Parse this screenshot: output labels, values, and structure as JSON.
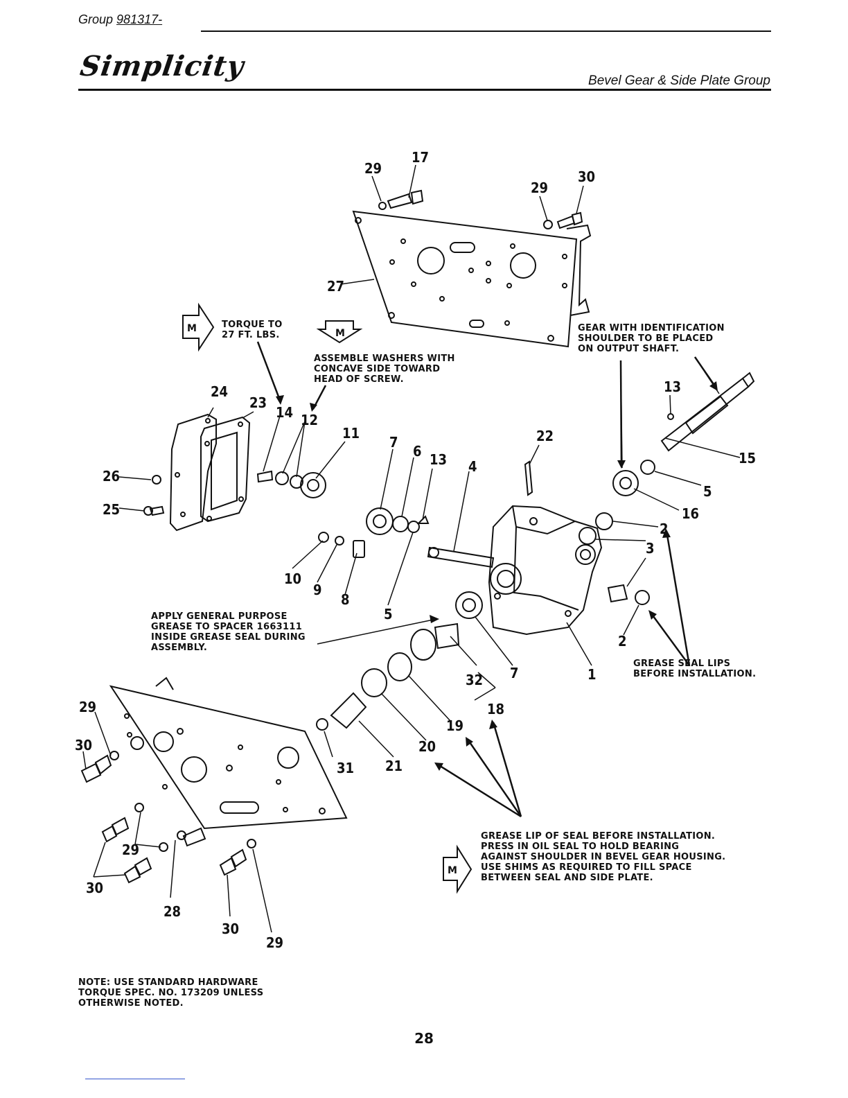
{
  "header": {
    "group_label": "Group",
    "group_number": "981317-",
    "brand": "Simplicity",
    "section_title": "Bevel Gear & Side Plate Group"
  },
  "callouts": {
    "torque": "TORQUE TO\n27 FT. LBS.",
    "washers": "ASSEMBLE WASHERS WITH\nCONCAVE SIDE TOWARD\nHEAD OF SCREW.",
    "gear": "GEAR WITH IDENTIFICATION\nSHOULDER TO BE PLACED\nON OUTPUT SHAFT.",
    "spacer_grease": "APPLY GENERAL PURPOSE\nGREASE TO SPACER 1663111\nINSIDE GREASE SEAL DURING\nASSEMBLY.",
    "seal_lips": "GREASE SEAL LIPS\nBEFORE INSTALLATION.",
    "seal_install": "GREASE LIP OF SEAL BEFORE INSTALLATION.\nPRESS IN OIL SEAL TO HOLD BEARING\nAGAINST SHOULDER IN BEVEL GEAR HOUSING.\nUSE SHIMS AS REQUIRED TO FILL SPACE\nBETWEEN SEAL AND SIDE PLATE.",
    "note": "NOTE: USE STANDARD HARDWARE\nTORQUE SPEC. NO. 173209 UNLESS\nOTHERWISE NOTED."
  },
  "marker_letter": "M",
  "part_numbers": [
    "17",
    "29",
    "30",
    "29",
    "27",
    "13",
    "15",
    "5",
    "16",
    "2",
    "3",
    "2",
    "24",
    "23",
    "14",
    "12",
    "11",
    "22",
    "26",
    "25",
    "7",
    "6",
    "13",
    "4",
    "10",
    "9",
    "8",
    "5",
    "1",
    "7",
    "32",
    "18",
    "19",
    "20",
    "21",
    "31",
    "29",
    "30",
    "29",
    "30",
    "28",
    "30",
    "29"
  ],
  "page_number": "28"
}
